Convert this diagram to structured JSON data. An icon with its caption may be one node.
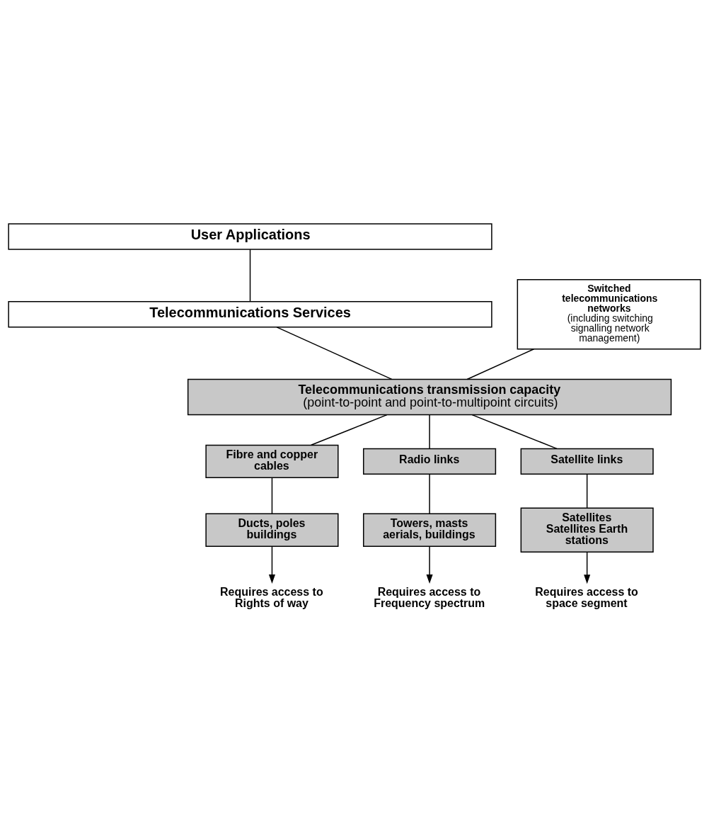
{
  "diagram": {
    "nodes": [
      {
        "text": [
          "User Applications"
        ]
      },
      {
        "text": [
          "Telecommunications Services"
        ]
      },
      {
        "text": [
          "Switched telecommunications networks",
          "(including switching signalling network management)"
        ]
      },
      {
        "text": [
          "Telecommunications transmission capacity",
          "(point-to-point and point-to-multipoint circuits)"
        ]
      },
      {
        "text": [
          "Fibre and copper cables"
        ]
      },
      {
        "text": [
          "Radio links"
        ]
      },
      {
        "text": [
          "Satellite links"
        ]
      },
      {
        "text": [
          "Ducts, poles buildings"
        ]
      },
      {
        "text": [
          "Towers, masts aerials, buildings"
        ]
      },
      {
        "text": [
          "Satellites Satellites Earth stations"
        ]
      },
      {
        "text": [
          "Requires access to Rights of way"
        ]
      },
      {
        "text": [
          "Requires access to Frequency spectrum"
        ]
      },
      {
        "text": [
          "Requires access to space segment"
        ]
      }
    ],
    "edges": [
      {
        "from": 0,
        "to": 1,
        "arrow": "none"
      },
      {
        "from": 2,
        "to": 3,
        "arrow": "none"
      },
      {
        "from": 1,
        "to": 3,
        "arrow": "none"
      },
      {
        "from": 3,
        "to": 4,
        "arrow": "none"
      },
      {
        "from": 3,
        "to": 5,
        "arrow": "none"
      },
      {
        "from": 3,
        "to": 6,
        "arrow": "none"
      },
      {
        "from": 4,
        "to": 7,
        "arrow": "none"
      },
      {
        "from": 5,
        "to": 8,
        "arrow": "none"
      },
      {
        "from": 6,
        "to": 9,
        "arrow": "none"
      },
      {
        "from": 7,
        "to": 10,
        "arrow": "to"
      },
      {
        "from": 8,
        "to": 11,
        "arrow": "to"
      },
      {
        "from": 9,
        "to": 12,
        "arrow": "to"
      }
    ]
  }
}
